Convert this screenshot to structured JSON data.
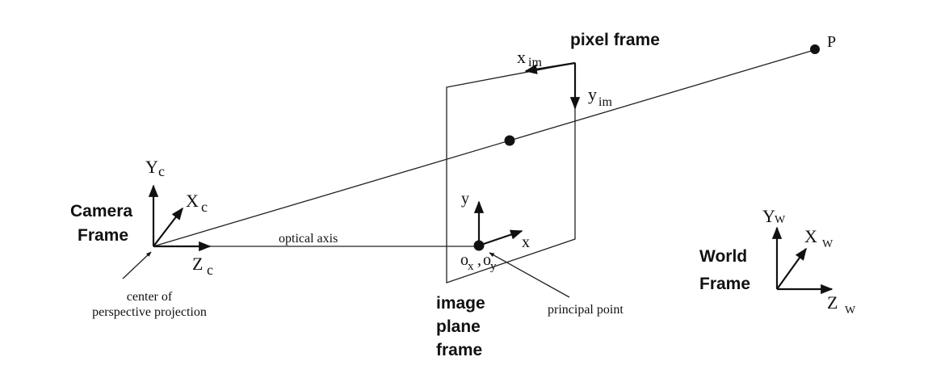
{
  "labels": {
    "pixel_frame": "pixel frame",
    "x_im": "x",
    "x_im_sub": "im",
    "y_im": "y",
    "y_im_sub": "im",
    "point_p": "P",
    "camera_frame_1": "Camera",
    "camera_frame_2": "Frame",
    "yc": "Y",
    "yc_sub": "c",
    "xc": "X",
    "xc_sub": "c",
    "zc": "Z",
    "zc_sub": "c",
    "center_1": "center of",
    "center_2": "perspective projection",
    "optical_axis": "optical axis",
    "y": "y",
    "x": "x",
    "ox": "o",
    "ox_sub": "x",
    "comma": ",",
    "oy": "o",
    "oy_sub": "y",
    "image_plane_1": "image",
    "image_plane_2": "plane",
    "image_plane_3": "frame",
    "principal_point": "principal point",
    "world_frame_1": "World",
    "world_frame_2": "Frame",
    "yw": "Y",
    "yw_sub": "W",
    "xw": "X",
    "xw_sub": "W",
    "zw": "Z",
    "zw_sub": "W"
  }
}
